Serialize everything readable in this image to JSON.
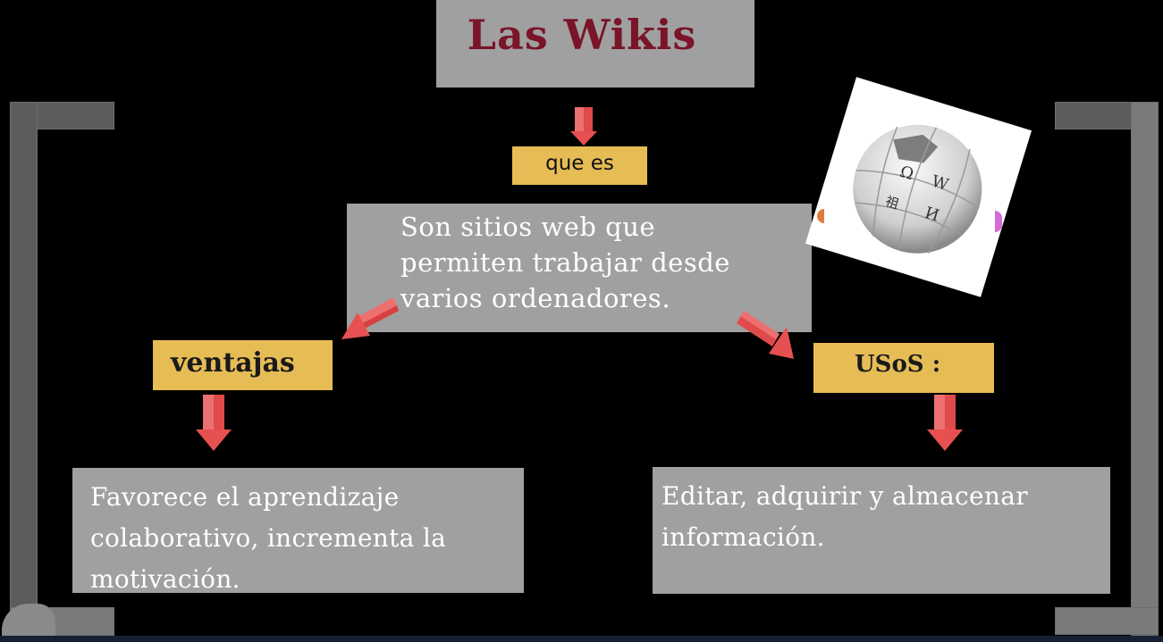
{
  "diagram": {
    "title": "Las Wikis",
    "connector_label": "que es",
    "definition": "Son sitios web que permiten trabajar desde varios ordenadores.",
    "branches": [
      {
        "label": "ventajas",
        "content": "Favorece el aprendizaje colaborativo, incrementa la motivación."
      },
      {
        "label": "USoS :",
        "content": "Editar, adquirir  y almacenar información."
      }
    ],
    "image": {
      "icon": "wikipedia-globe-logo",
      "glyphs": [
        "Ω",
        "W",
        "И",
        "祖"
      ]
    }
  },
  "colors": {
    "background": "#000000",
    "box_gray": "#a0a0a0",
    "box_gold": "#e6bc55",
    "title_text": "#7a1428",
    "arrow": "#e65050",
    "bracket": "#5c5c5c"
  }
}
